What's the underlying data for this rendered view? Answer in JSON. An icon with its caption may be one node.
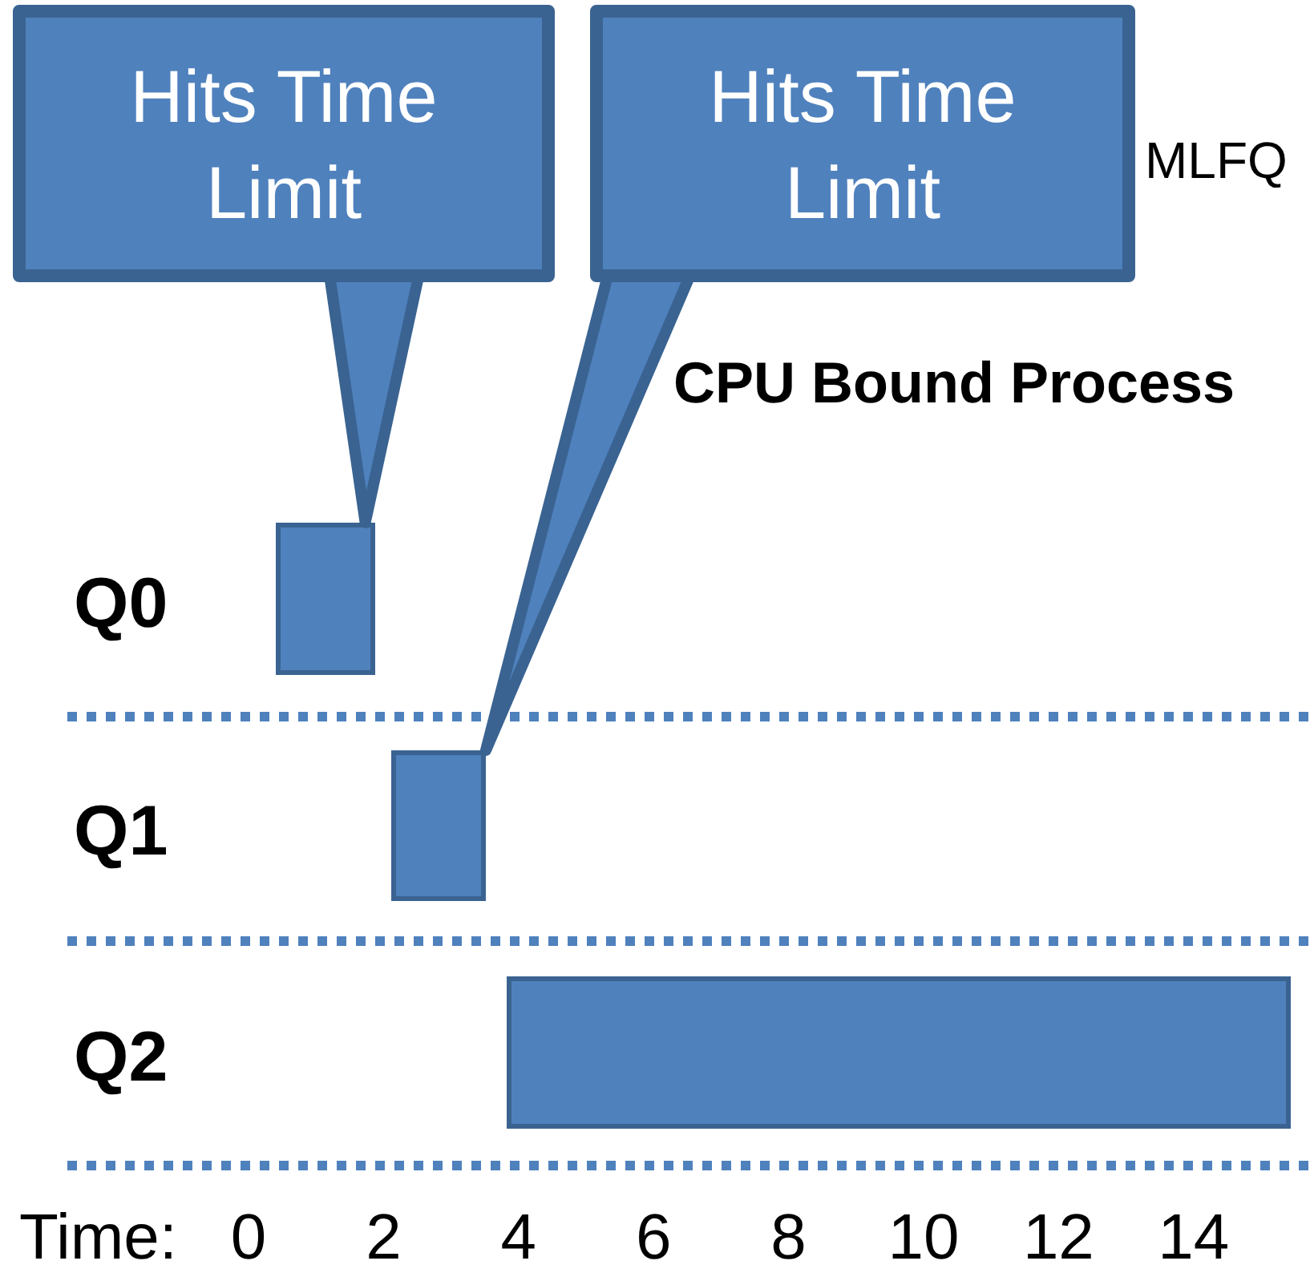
{
  "diagram": {
    "title": "MLFQ",
    "nodes": [
      {
        "text": [
          "Hits Time Limit"
        ]
      },
      {
        "text": [
          "Hits Time Limit"
        ]
      },
      {
        "text": [],
        "shape": "bar"
      },
      {
        "text": [],
        "shape": "bar"
      },
      {
        "text": [],
        "shape": "bar"
      }
    ],
    "edges": [
      {
        "from": 0,
        "to": 2,
        "arrow": "none"
      },
      {
        "from": 1,
        "to": 3,
        "arrow": "none"
      }
    ],
    "labels": [
      "CPU Bound Process",
      "Q0",
      "Q1",
      "Q2",
      "Time:",
      "0",
      "2",
      "4",
      "6",
      "8",
      "10",
      "12",
      "14"
    ]
  }
}
